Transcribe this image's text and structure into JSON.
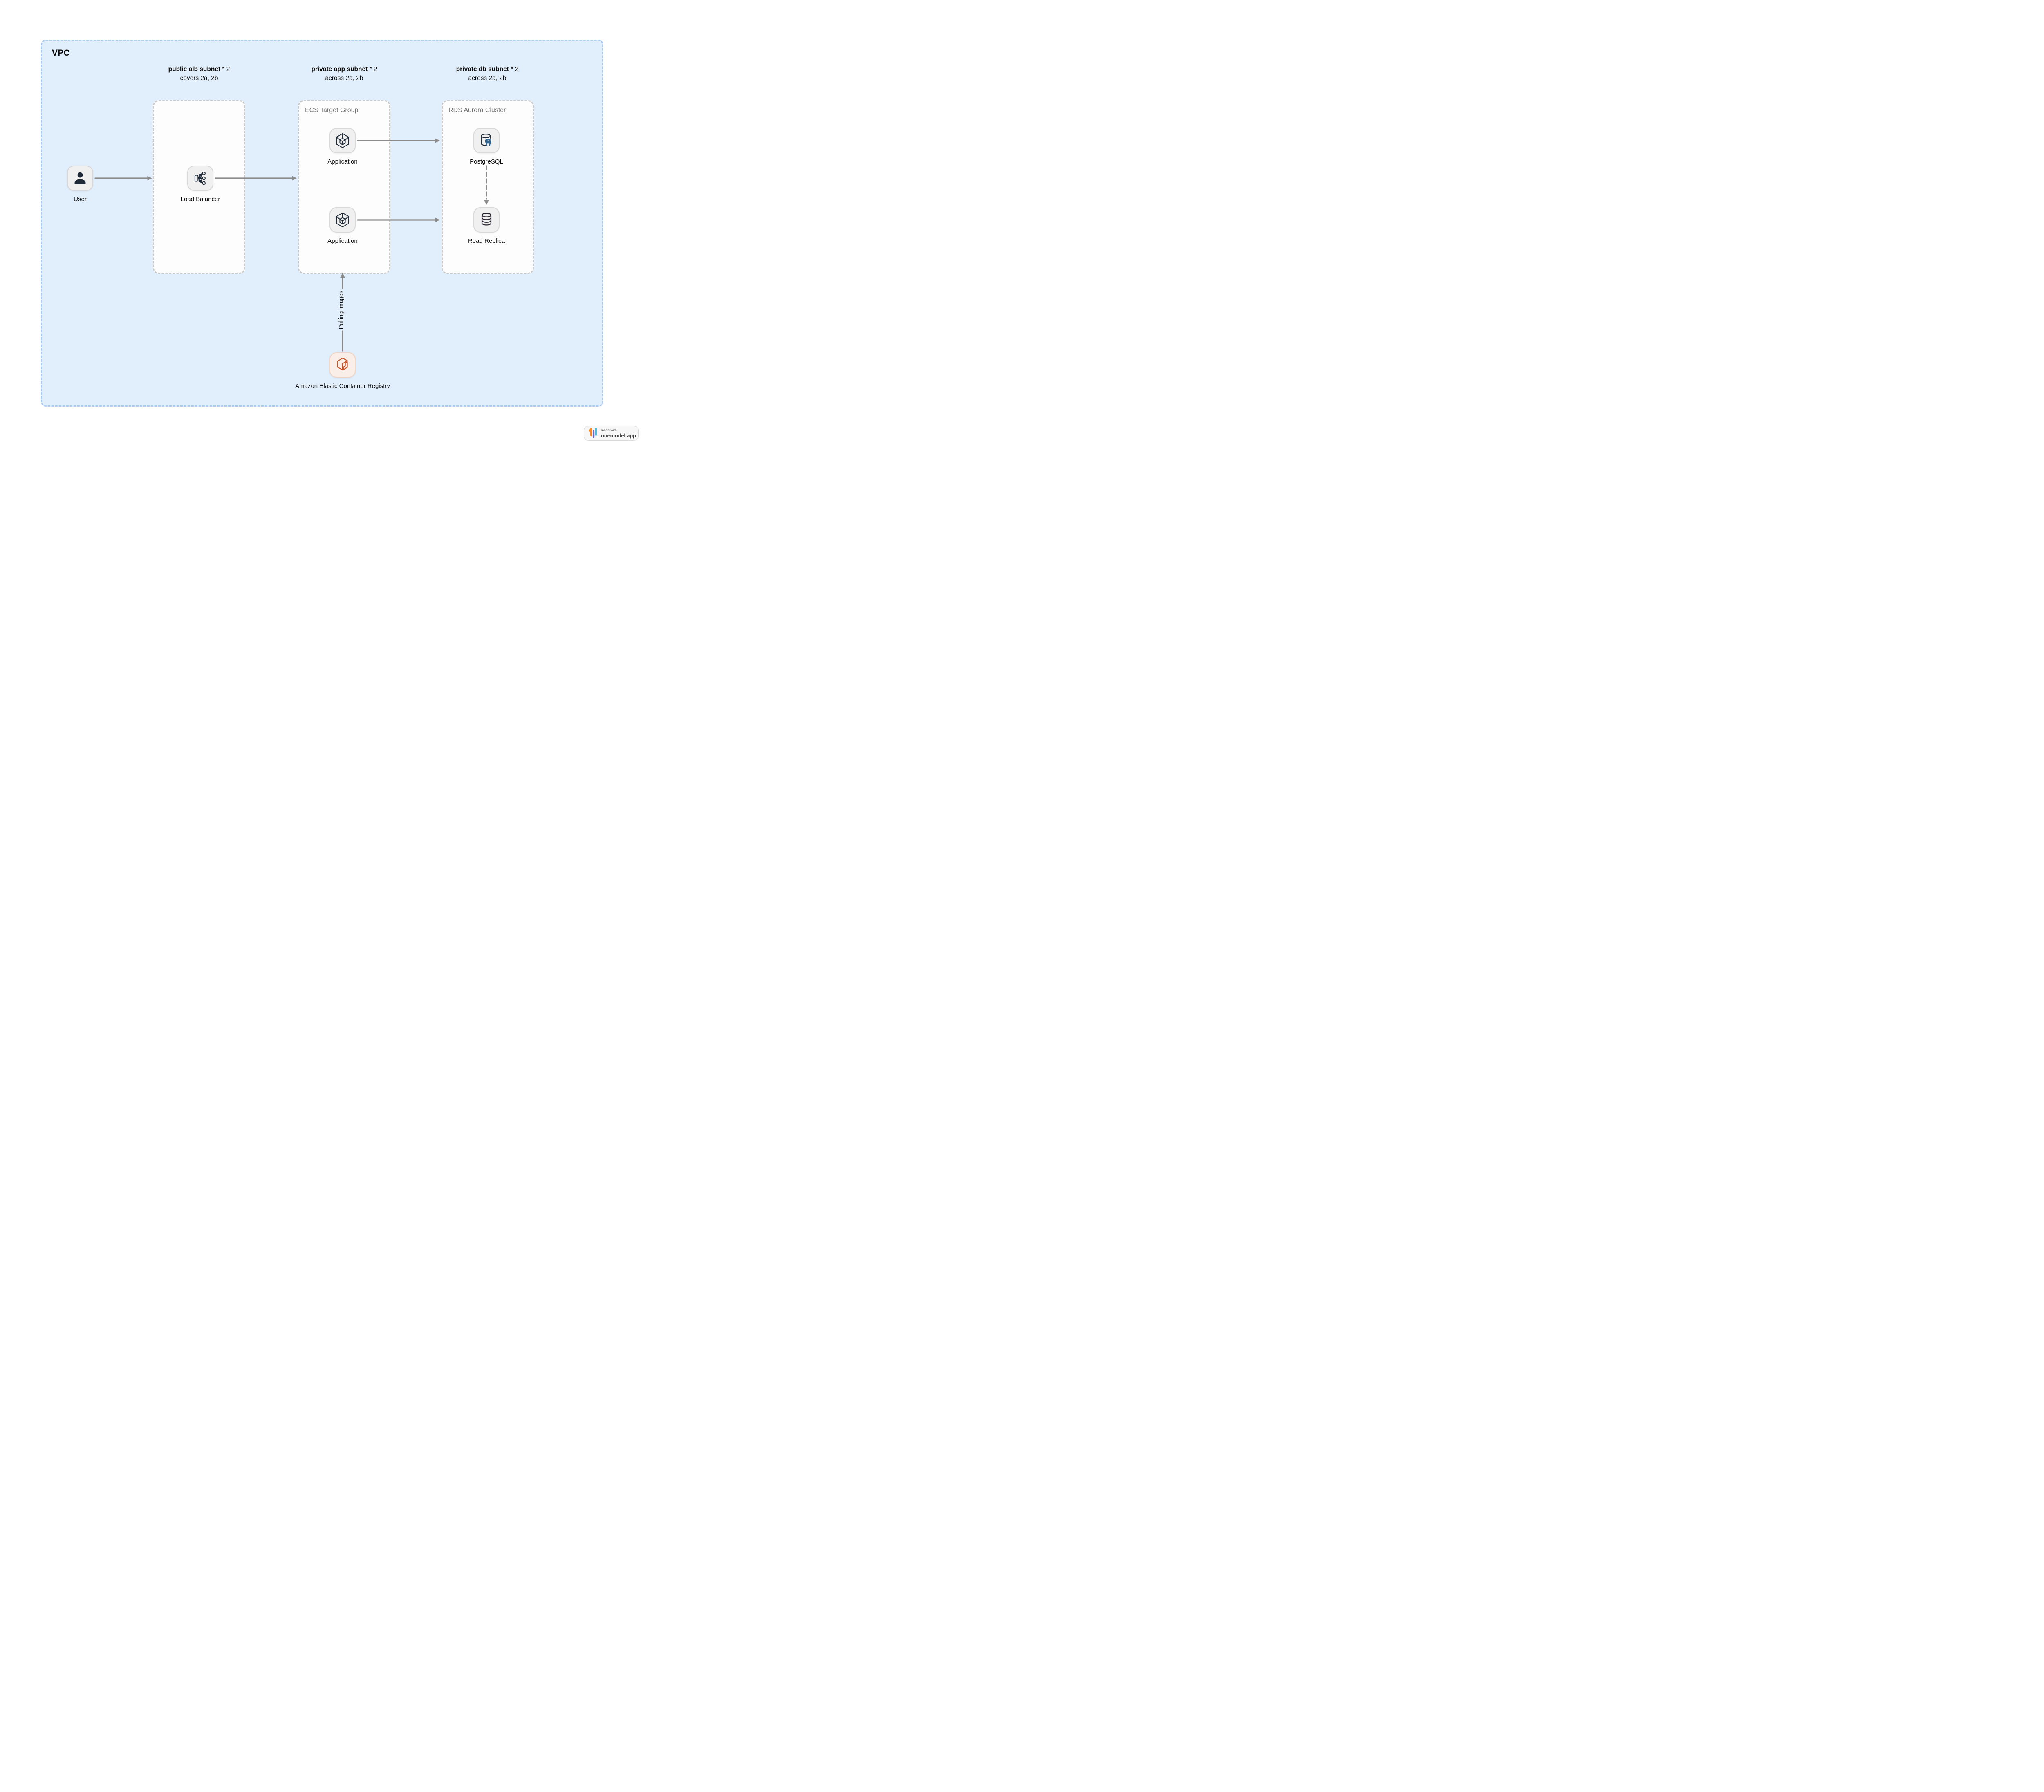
{
  "vpc": {
    "label": "VPC"
  },
  "subnets": {
    "alb": {
      "name_bold": "public alb subnet",
      "name_suffix": " * 2",
      "subtitle": "covers 2a, 2b"
    },
    "app": {
      "name_bold": "private app subnet",
      "name_suffix": " * 2",
      "subtitle": "across 2a, 2b",
      "group_label": "ECS Target Group"
    },
    "db": {
      "name_bold": "private db subnet",
      "name_suffix": " * 2",
      "subtitle": "across 2a, 2b",
      "group_label": "RDS Aurora Cluster"
    }
  },
  "nodes": {
    "user": {
      "label": "User",
      "icon": "user-icon"
    },
    "load_balancer": {
      "label": "Load Balancer",
      "icon": "load-balancer-icon"
    },
    "application_1": {
      "label": "Application",
      "icon": "container-cube-icon"
    },
    "application_2": {
      "label": "Application",
      "icon": "container-cube-icon"
    },
    "postgresql": {
      "label": "PostgreSQL",
      "icon": "postgresql-database-icon"
    },
    "read_replica": {
      "label": "Read Replica",
      "icon": "database-stack-icon"
    },
    "ecr": {
      "label": "Amazon Elastic Container Registry",
      "icon": "ecr-icon"
    }
  },
  "edges": {
    "user_to_alb": "",
    "lb_to_ecs": "",
    "app1_to_rds": "",
    "app2_to_rds": "",
    "pg_to_replica": "",
    "ecr_to_ecs_label": "Pulling images"
  },
  "badge": {
    "made_with": "made with",
    "brand": "onemodel.app"
  },
  "colors": {
    "vpc_fill": "#e1eefb",
    "vpc_border": "#a9c9ee",
    "subnet_fill": "#fdfdfd",
    "subnet_border": "#c9c9c9",
    "tile_fill": "#f0f0f1",
    "tile_border": "#d8d8da",
    "glyph": "#1f2b38",
    "db_glyph": "#2a2530",
    "arrow": "#8b8b8b",
    "text_dark": "#0b0b0b",
    "text_muted": "#6e6e6e",
    "pg_blue": "#336791",
    "ecr_fill": "#faeee8",
    "ecr_border": "#f2d4c4",
    "ecr_glyph": "#c65427",
    "badge_bg": "#f7f7f7",
    "badge_border": "#dadada",
    "badge_orange": "#f0882a",
    "badge_purple": "#6a63b8",
    "badge_blue": "#45bde0"
  }
}
